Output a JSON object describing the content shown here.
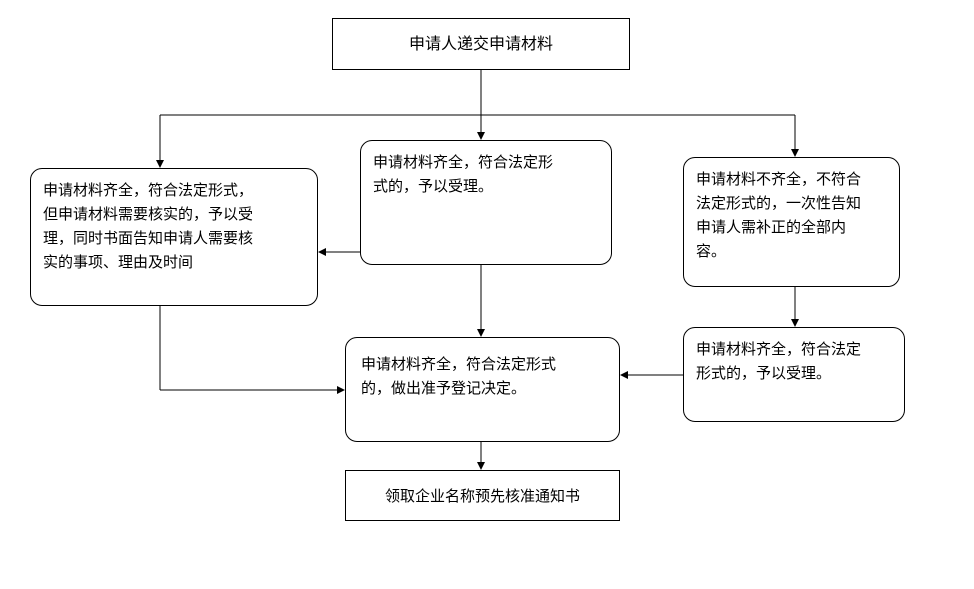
{
  "diagram": {
    "background": "#ffffff",
    "line_color": "#000000",
    "text_color": "#000000",
    "nodes": {
      "start": {
        "label": "申请人递交申请材料"
      },
      "left": {
        "label": "申请材料齐全，符合法定形式，\n但申请材料需要核实的，予以受\n理，同时书面告知申请人需要核\n实的事项、理由及时间"
      },
      "center": {
        "label": "申请材料齐全，符合法定形\n式的，予以受理。"
      },
      "right": {
        "label": "申请材料不齐全，不符合\n法定形式的，一次性告知\n申请人需补正的全部内\n容。"
      },
      "right_lower": {
        "label": "申请材料齐全，符合法定\n形式的，予以受理。"
      },
      "decision": {
        "label": "申请材料齐全，符合法定形式\n的，做出准予登记决定。"
      },
      "end": {
        "label": "领取企业名称预先核准通知书"
      }
    }
  }
}
